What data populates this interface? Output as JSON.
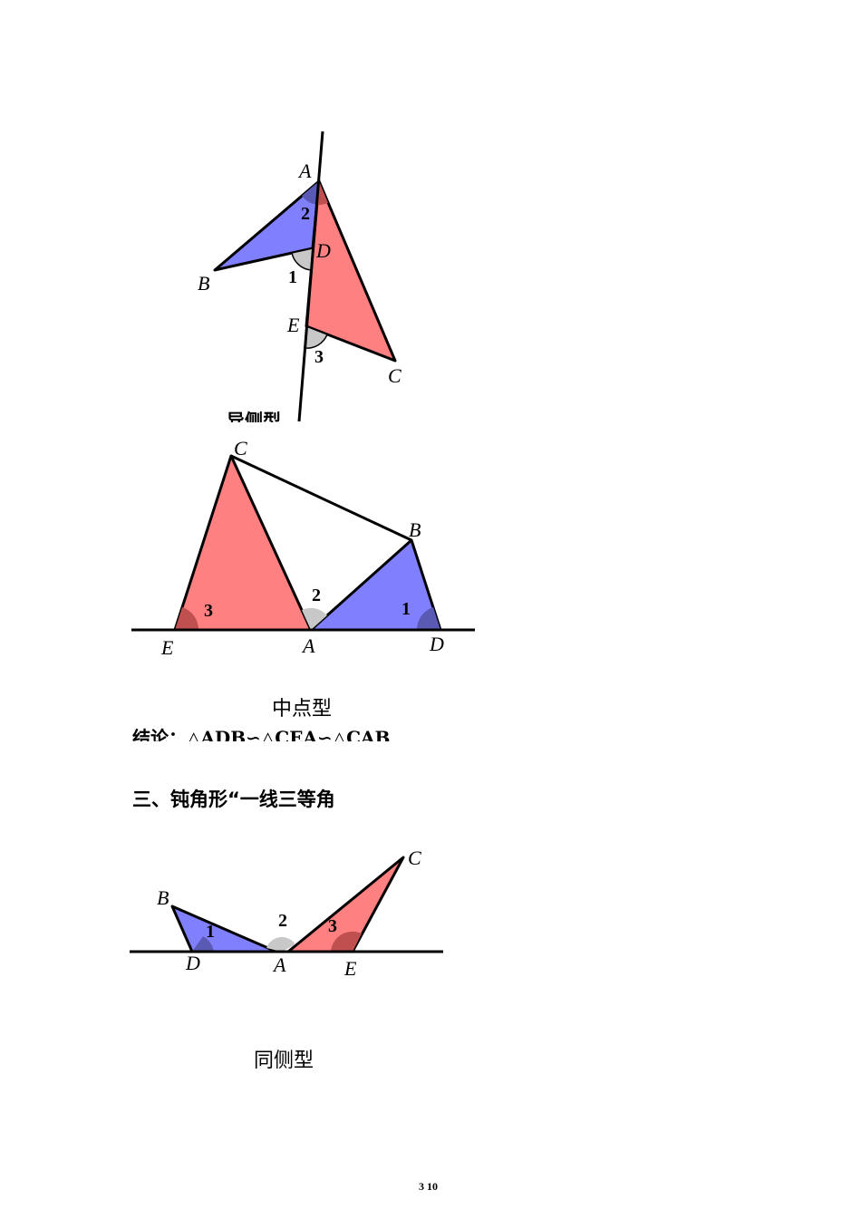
{
  "figure1": {
    "labels": {
      "A": "A",
      "B": "B",
      "C": "C",
      "D": "D",
      "E": "E"
    },
    "angles": {
      "one": "1",
      "two": "2",
      "three": "3"
    }
  },
  "cut_caption": "异侧型",
  "figure2": {
    "labels": {
      "A": "A",
      "B": "B",
      "C": "C",
      "D": "D",
      "E": "E"
    },
    "angles": {
      "one": "1",
      "two": "2",
      "three": "3"
    }
  },
  "caption_midpoint": "中点型",
  "conclusion": "结论：△ADB∽△CEA∽△CAB",
  "section_heading": "三、钝角形“一线三等角",
  "figure3": {
    "labels": {
      "A": "A",
      "B": "B",
      "C": "C",
      "D": "D",
      "E": "E"
    },
    "angles": {
      "one": "1",
      "two": "2",
      "three": "3"
    }
  },
  "caption_same_side": "同侧型",
  "footer": "3  10",
  "colors": {
    "red": "#ff8080",
    "blue": "#8080ff",
    "gray": "#c8c8c8",
    "dark_red": "#c05050",
    "dark_blue": "#5a5ab4"
  }
}
